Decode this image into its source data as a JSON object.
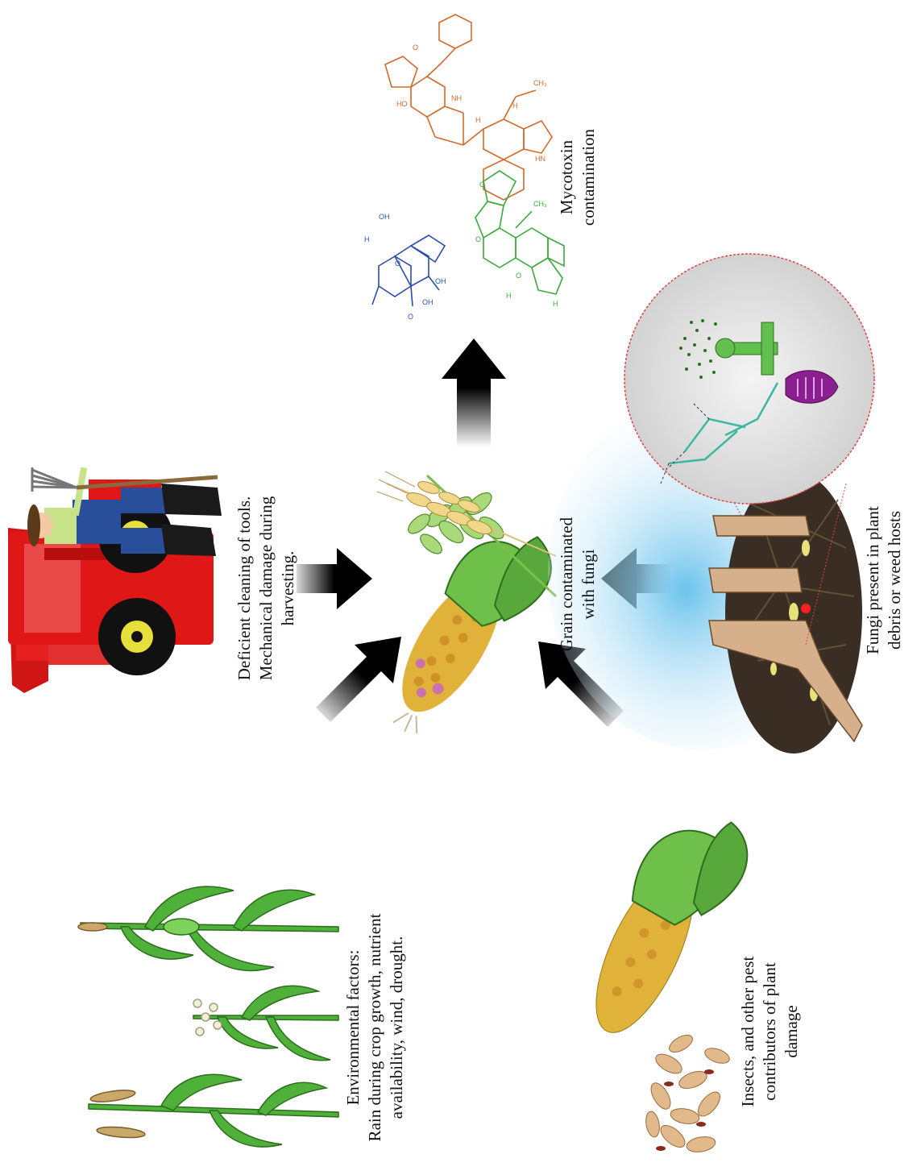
{
  "labels": {
    "mycotoxin": "Mycotoxin\ncontamination",
    "harvest": "Deficient cleaning of tools.\nMechanical damage during\nharvesting.",
    "grain": "Grain contaminated\nwith fungi",
    "fungi": "Fungi present in plant\ndebris or weed hosts",
    "environment": "Environmental factors:\nRain during crop growth, nutrient\navailability, wind, drought.",
    "insects": "Insects, and other pest\ncontributors of plant\ndamage"
  },
  "colors": {
    "arrow": "#000000",
    "tractor_red": "#e01717",
    "plant_green": "#3f9a2c",
    "corn_yellow": "#e0b23a",
    "toxin_blue": "#2a4ea8",
    "toxin_green": "#3aa83a",
    "toxin_orange": "#d2692a",
    "sky_blue": "#8fd1f0",
    "fungus_purple": "#8a1f8f"
  },
  "icons": [
    "tractor-farmer-illustration",
    "grain-illustration",
    "mycotoxin-structures",
    "fungi-soil-illustration",
    "crop-plants-illustration",
    "insect-corn-illustration"
  ]
}
